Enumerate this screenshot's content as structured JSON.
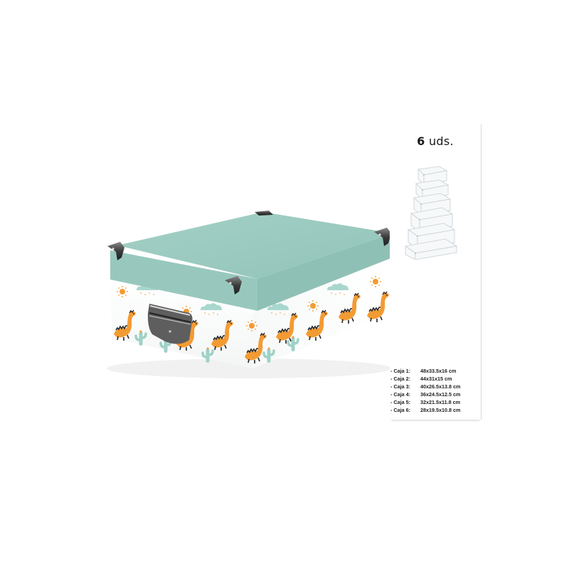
{
  "product": {
    "pack_count_number": "6",
    "pack_count_unit": "uds.",
    "lid_color": "#9ccac0",
    "body_color": "#ffffff",
    "accent_orange": "#f29a32",
    "cactus_color": "#9fd1c7"
  },
  "sizes": [
    {
      "label": "- Caja 1:",
      "value": "48x33.5x16 cm"
    },
    {
      "label": "- Caja 2:",
      "value": "44x31x15 cm"
    },
    {
      "label": "- Caja 3:",
      "value": "40x26.5x13.8 cm"
    },
    {
      "label": "- Caja 4:",
      "value": "36x24.5x12.5 cm"
    },
    {
      "label": "- Caja 5:",
      "value": "32x21.5x11.8 cm"
    },
    {
      "label": "- Caja 6:",
      "value": "28x19.5x10.8 cm"
    }
  ]
}
